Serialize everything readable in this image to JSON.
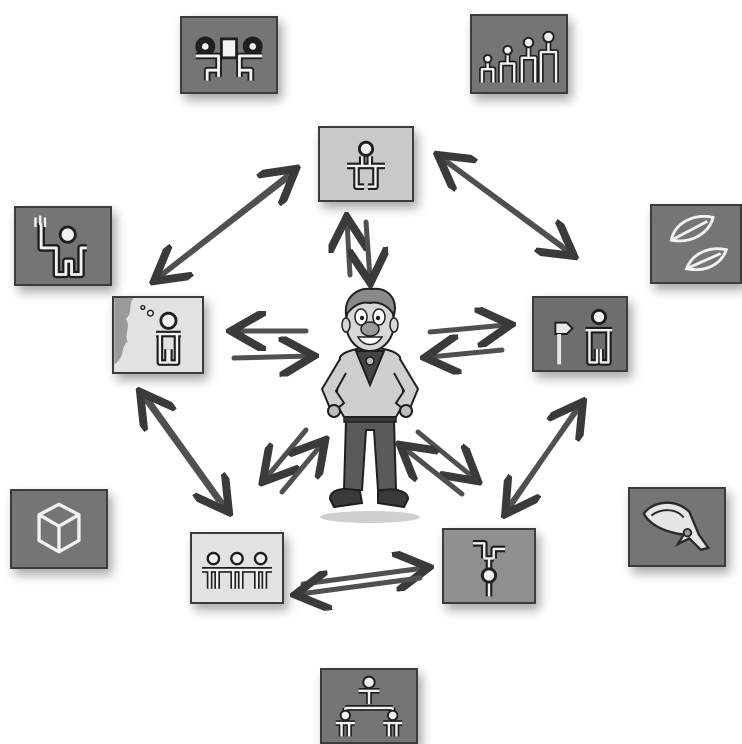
{
  "diagram": {
    "hub": {
      "icon": "scout-character"
    },
    "outer_tiles": [
      {
        "id": "tl",
        "icon": "two-figures-with-box-icon"
      },
      {
        "id": "tr",
        "icon": "ascending-figures-icon"
      },
      {
        "id": "wl",
        "icon": "waving-figure-icon"
      },
      {
        "id": "wr",
        "icon": "leaves-icon"
      },
      {
        "id": "bl",
        "icon": "cube-icon"
      },
      {
        "id": "br",
        "icon": "neckerchief-icon"
      },
      {
        "id": "bottom",
        "icon": "hierarchy-figures-icon"
      }
    ],
    "inner_tiles": [
      {
        "id": "top",
        "icon": "figure-arms-out-icon"
      },
      {
        "id": "left",
        "icon": "thinking-figure-icon"
      },
      {
        "id": "right",
        "icon": "signpost-figure-icon"
      },
      {
        "id": "bottom-left",
        "icon": "three-figures-icon"
      },
      {
        "id": "bottom-right",
        "icon": "tree-figure-icon"
      }
    ],
    "arrows": [
      {
        "from": "left",
        "to": "top"
      },
      {
        "from": "top",
        "to": "right"
      },
      {
        "from": "left",
        "to": "bottom-left"
      },
      {
        "from": "right",
        "to": "bottom-right"
      },
      {
        "from": "bottom-left",
        "to": "bottom-right"
      },
      {
        "from": "hub",
        "to": "top"
      },
      {
        "from": "hub",
        "to": "left"
      },
      {
        "from": "hub",
        "to": "right"
      },
      {
        "from": "hub",
        "to": "bottom-left"
      },
      {
        "from": "hub",
        "to": "bottom-right"
      }
    ]
  }
}
